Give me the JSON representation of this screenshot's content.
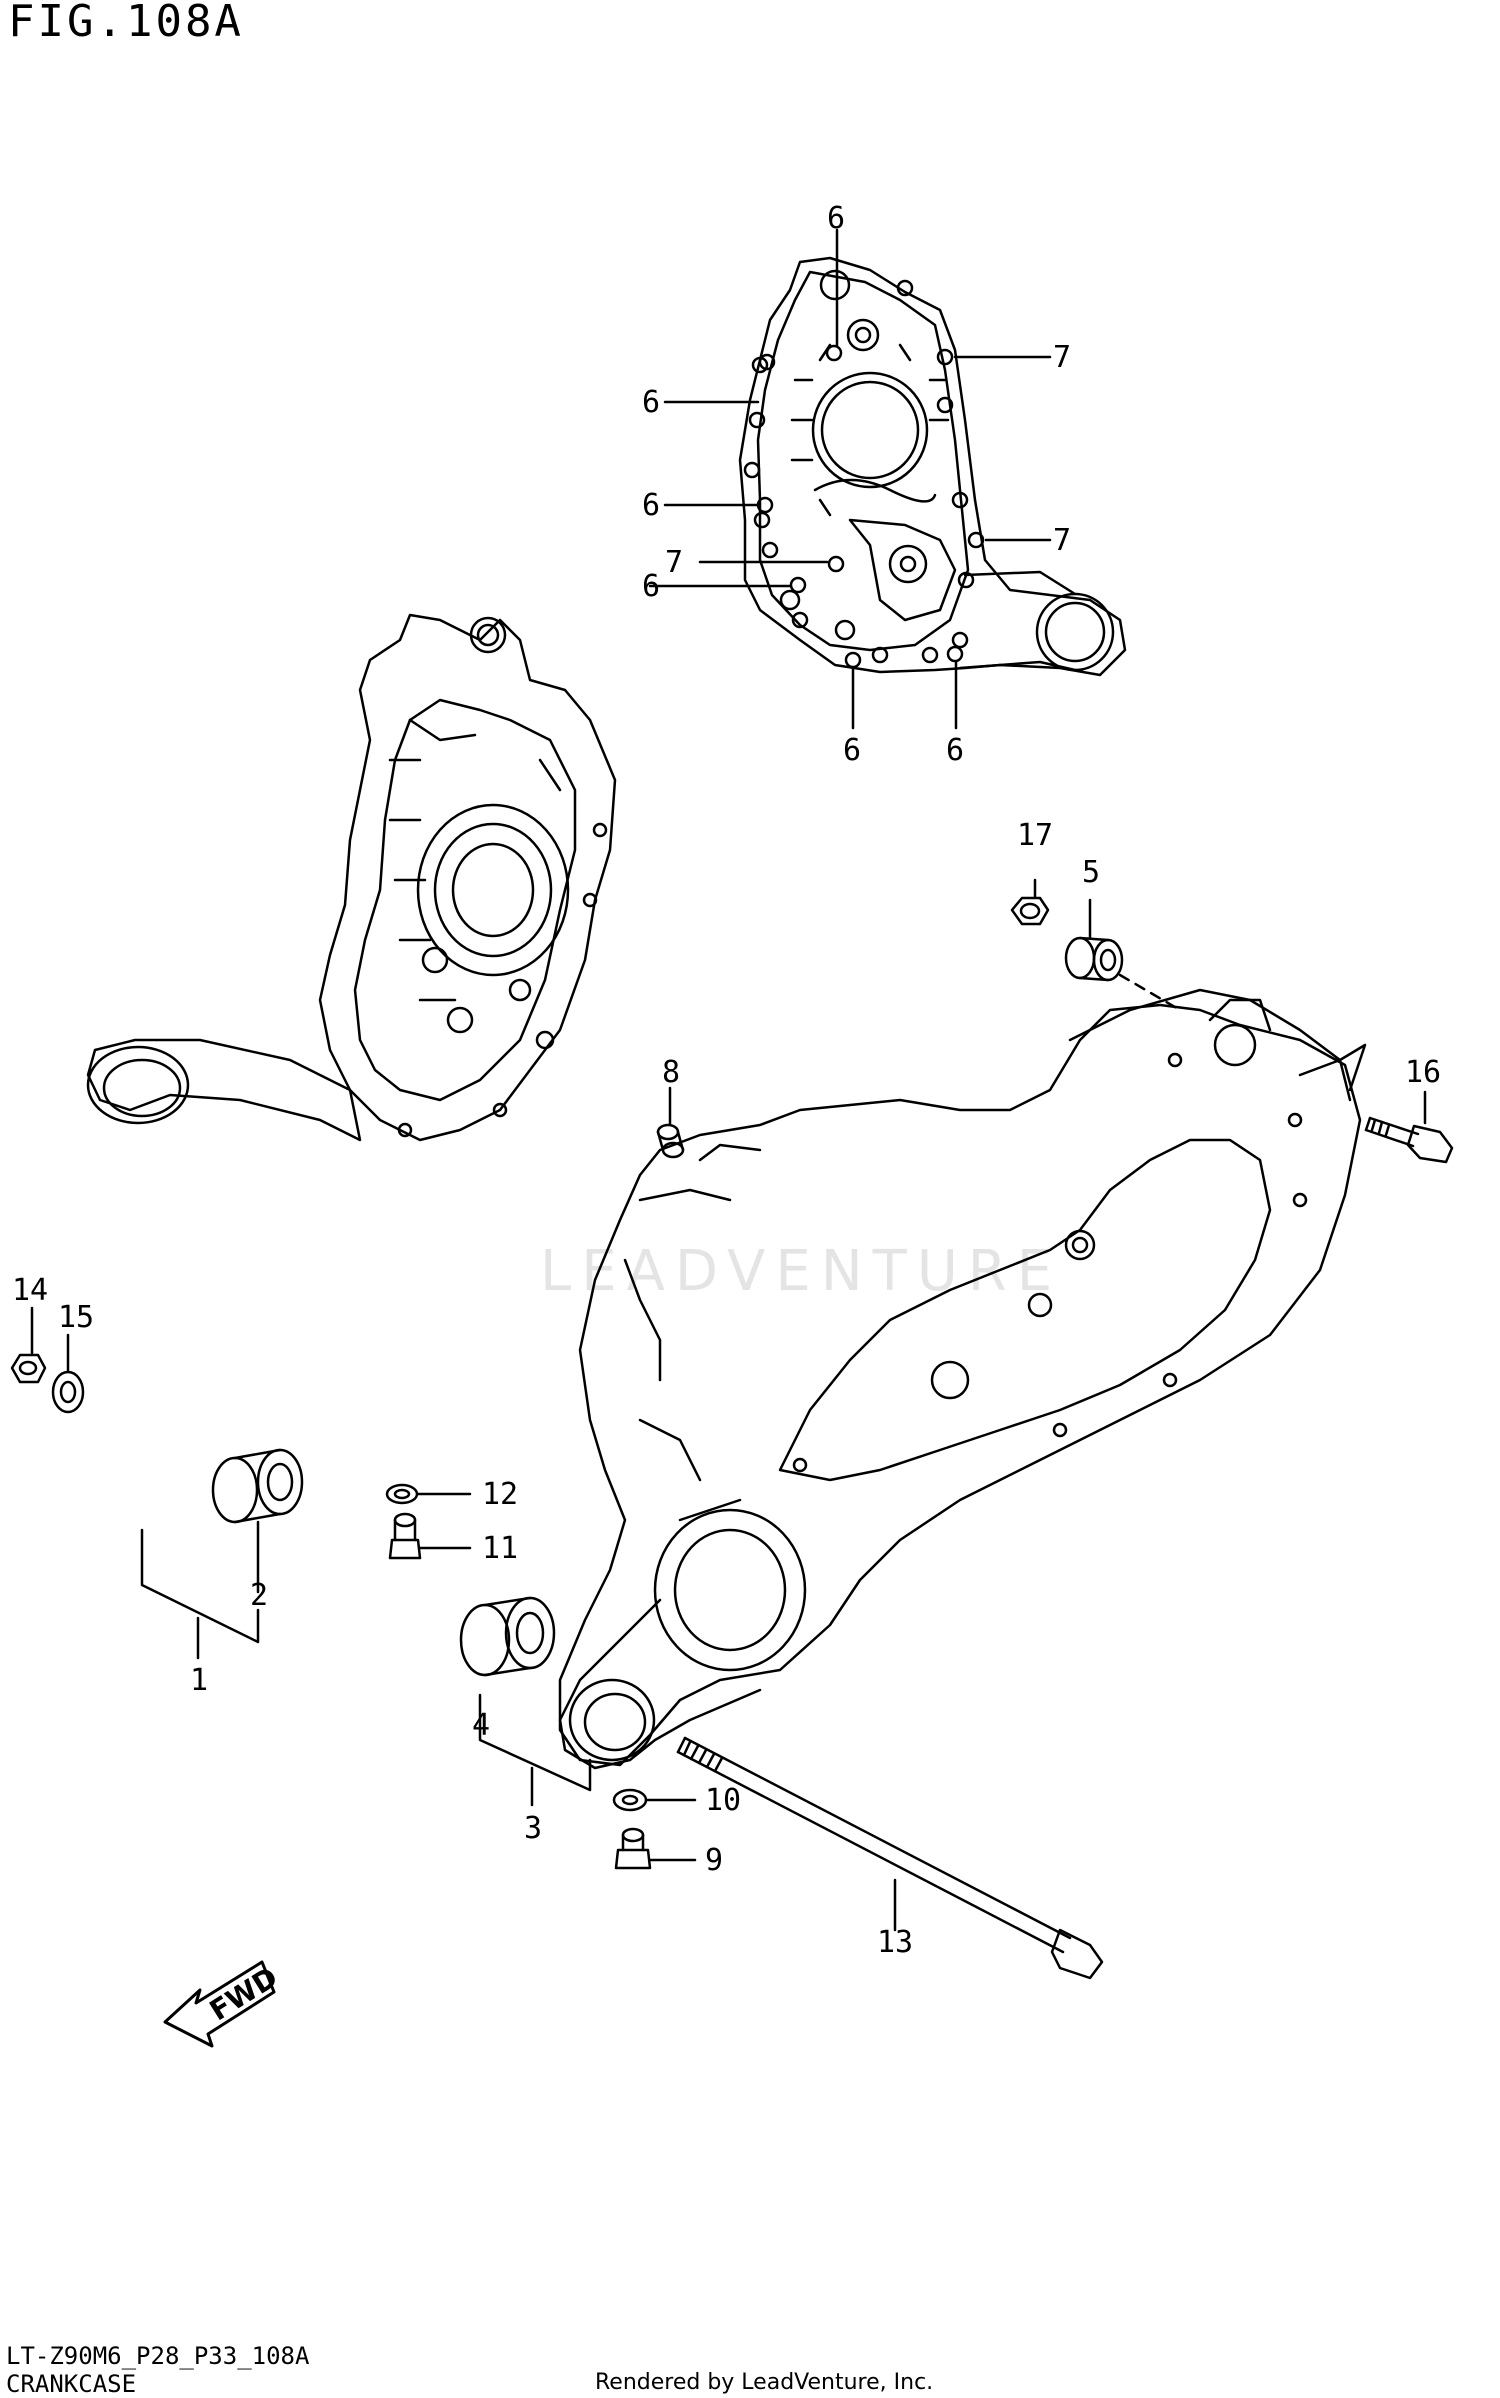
{
  "figure_title": "FIG.108A",
  "model_code": "LT-Z90M6_P28_P33_108A",
  "section_name": "CRANKCASE",
  "rendered_by": "Rendered by LeadVenture, Inc.",
  "watermark": "LEADVENTURE",
  "forward_indicator": "FWD",
  "callouts": {
    "c6a": "6",
    "c6b": "6",
    "c6c": "6",
    "c6d": "6",
    "c6e": "6",
    "c6f": "6",
    "c7a": "7",
    "c7b": "7",
    "c7c": "7",
    "c1": "1",
    "c2": "2",
    "c3": "3",
    "c4": "4",
    "c5": "5",
    "c8": "8",
    "c9": "9",
    "c10": "10",
    "c11": "11",
    "c12": "12",
    "c13": "13",
    "c14": "14",
    "c15": "15",
    "c16": "16",
    "c17": "17"
  },
  "colors": {
    "line": "#000000",
    "background": "#ffffff",
    "watermark": "#e4e4e4"
  }
}
